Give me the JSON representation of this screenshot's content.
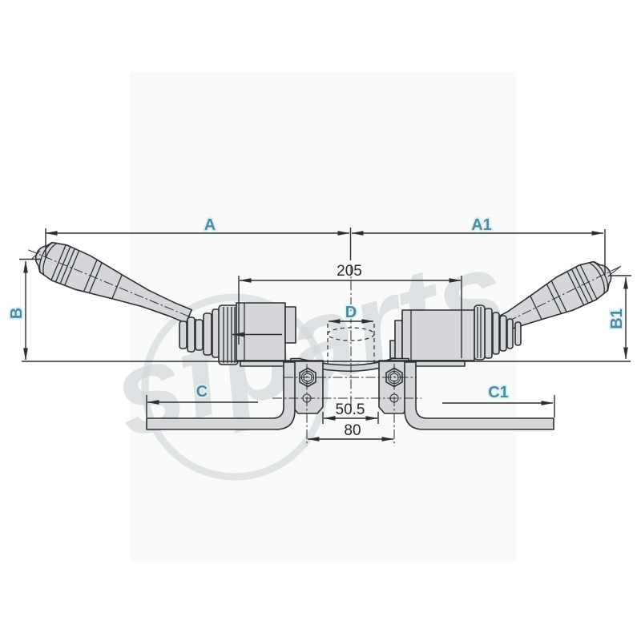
{
  "watermark": {
    "text": "sfparts"
  },
  "dimension_labels": {
    "a": "A",
    "a1": "A1",
    "b": "B",
    "b1": "B1",
    "c": "C",
    "c1": "C1",
    "d": "D"
  },
  "measurements": {
    "lever_pivot_span": "205",
    "bracket_slot_width": "50.5",
    "mounting_hole_pitch": "80"
  },
  "colors": {
    "part_fill": "#d4d6d9",
    "outline": "#2b2f33",
    "dimension_line": "#2b2f33",
    "label": "#4d8aa0",
    "label_halo": "#dcf1f6",
    "number": "#26282a",
    "watermark": "#d6d9dc"
  }
}
